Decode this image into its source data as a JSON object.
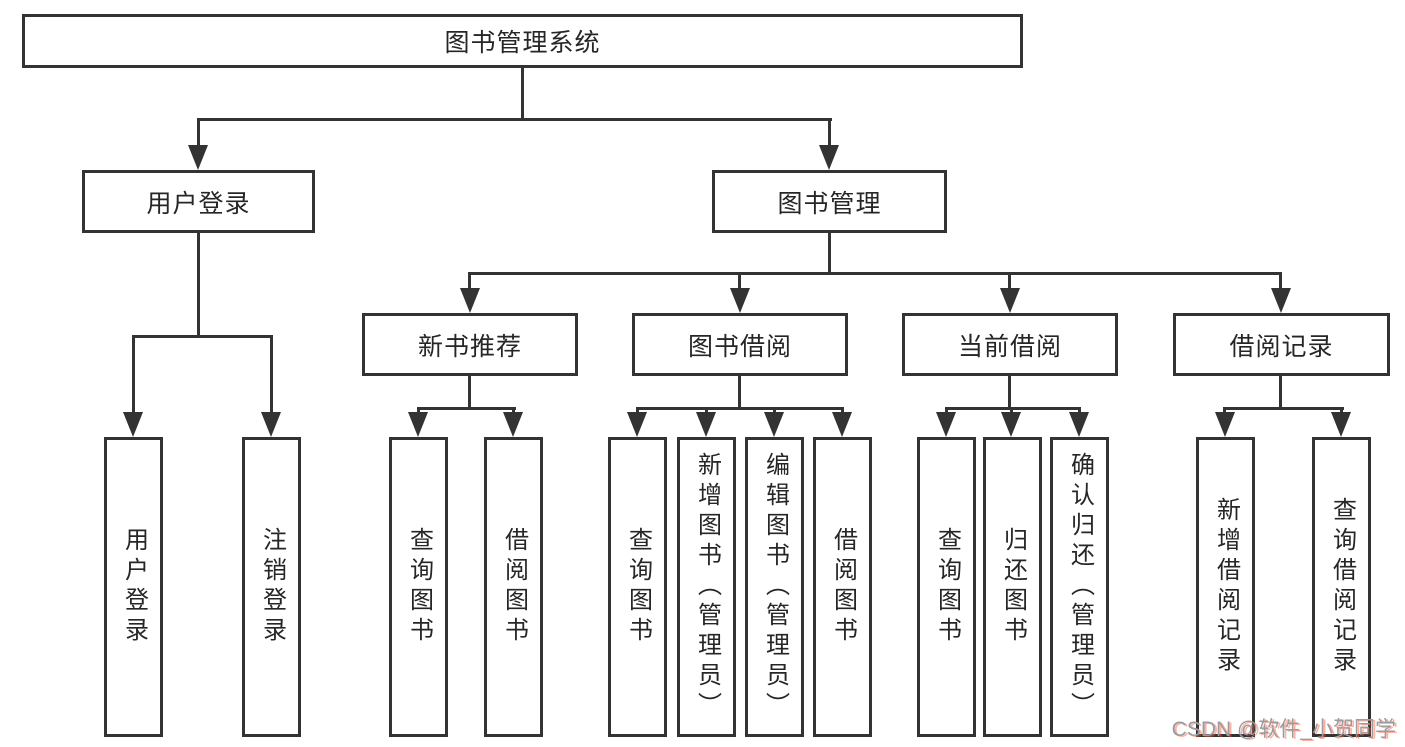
{
  "root": {
    "label": "图书管理系统"
  },
  "branches": [
    {
      "label": "用户登录",
      "children": [
        {
          "label": "用户登录"
        },
        {
          "label": "注销登录"
        }
      ]
    },
    {
      "label": "图书管理",
      "children": [
        {
          "label": "新书推荐",
          "children": [
            {
              "label": "查询图书"
            },
            {
              "label": "借阅图书"
            }
          ]
        },
        {
          "label": "图书借阅",
          "children": [
            {
              "label": "查询图书"
            },
            {
              "label": "新增图书（管理员）"
            },
            {
              "label": "编辑图书（管理员）"
            },
            {
              "label": "借阅图书"
            }
          ]
        },
        {
          "label": "当前借阅",
          "children": [
            {
              "label": "查询图书"
            },
            {
              "label": "归还图书"
            },
            {
              "label": "确认归还（管理员）"
            }
          ]
        },
        {
          "label": "借阅记录",
          "children": [
            {
              "label": "新增借阅记录"
            },
            {
              "label": "查询借阅记录"
            }
          ]
        }
      ]
    }
  ],
  "watermark": {
    "text": "CSDN @软件_小贺同学"
  },
  "colors": {
    "line": "#333333",
    "text": "#262626",
    "background": "#ffffff",
    "watermark_gray": "#9b9ba0",
    "watermark_accent": "#fc5531"
  }
}
